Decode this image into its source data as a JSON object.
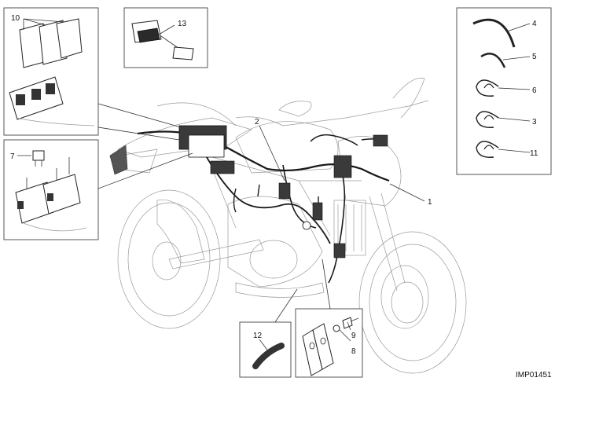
{
  "callouts": {
    "c1": "1",
    "c2": "2",
    "c3": "3",
    "c4": "4",
    "c5": "5",
    "c6": "6",
    "c7": "7",
    "c8": "8",
    "c9": "9",
    "c10": "10",
    "c11": "11",
    "c12": "12",
    "c13": "13"
  },
  "reference_code": "IMP01451"
}
